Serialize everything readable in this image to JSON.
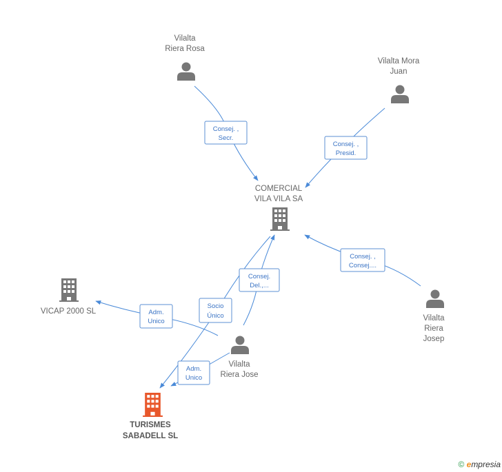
{
  "nodes": [
    {
      "id": "rosa",
      "type": "person",
      "lines": [
        "Vilalta",
        "Riera Rosa"
      ]
    },
    {
      "id": "juan",
      "type": "person",
      "lines": [
        "Vilalta Mora",
        "Juan"
      ]
    },
    {
      "id": "comercial",
      "type": "company",
      "lines": [
        "COMERCIAL",
        "VILA VILA SA"
      ]
    },
    {
      "id": "vicap",
      "type": "company",
      "lines": [
        "VICAP 2000 SL"
      ]
    },
    {
      "id": "jose",
      "type": "person",
      "lines": [
        "Vilalta",
        "Riera Jose"
      ]
    },
    {
      "id": "josep",
      "type": "person",
      "lines": [
        "Vilalta",
        "Riera",
        "Josep"
      ]
    },
    {
      "id": "turismes",
      "type": "company-main",
      "lines": [
        "TURISMES",
        "SABADELL SL"
      ]
    }
  ],
  "edges": [
    {
      "from": "rosa",
      "to": "comercial",
      "label": [
        "Consej. ,",
        "Secr."
      ]
    },
    {
      "from": "juan",
      "to": "comercial",
      "label": [
        "Consej. ,",
        "Presid."
      ]
    },
    {
      "from": "josep",
      "to": "comercial",
      "label": [
        "Consej. ,",
        "Consej...."
      ]
    },
    {
      "from": "jose",
      "to": "comercial",
      "label": [
        "Consej.",
        "Del.,..."
      ]
    },
    {
      "from": "comercial",
      "to": "turismes",
      "label": [
        "Socio",
        "Único"
      ]
    },
    {
      "from": "jose",
      "to": "vicap",
      "label": [
        "Adm.",
        "Unico"
      ]
    },
    {
      "from": "jose",
      "to": "turismes",
      "label": [
        "Adm.",
        "Unico"
      ]
    }
  ],
  "colors": {
    "person_icon": "#777777",
    "company_icon": "#777777",
    "main_company_icon": "#e8572b",
    "edge": "#4a8ad8",
    "label_text": "#3a73c4"
  },
  "footer": {
    "copyright": "©",
    "brand_e": "e",
    "brand_rest": "mpresia"
  }
}
